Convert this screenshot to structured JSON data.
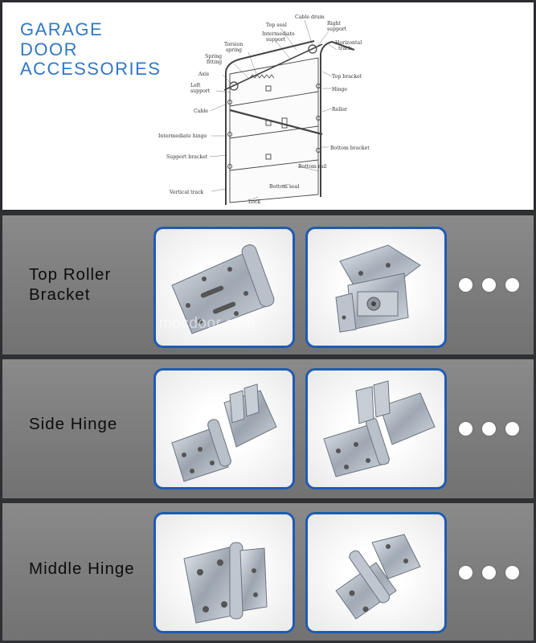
{
  "header": {
    "title_lines": [
      "GARAGE",
      "DOOR",
      "ACCESSORIES"
    ]
  },
  "diagram": {
    "labels": {
      "top_seal": "Top seal",
      "cable_drum": "Cable drum",
      "right_support_1": "Right",
      "right_support_2": "support",
      "intermediate_support_1": "Intermediate",
      "intermediate_support_2": "support",
      "horizontal_track_1": "Horizontal",
      "horizontal_track_2": "track",
      "torsion_spring_1": "Torsion",
      "torsion_spring_2": "spring",
      "spring_fitting_1": "Spring",
      "spring_fitting_2": "fitting",
      "axis": "Axis",
      "top_bracket": "Top bracket",
      "left_support_1": "Left",
      "left_support_2": "support",
      "hinge": "Hinge",
      "cable": "Cable",
      "roller": "Roller",
      "intermediate_hinge": "Intermediate hinge",
      "bottom_bracket": "Bottom bracket",
      "support_bracket": "Support bracket",
      "bottom_rail": "Bottom rail",
      "bottom_seal": "Bottom seal",
      "vertical_track": "Vertical track",
      "lock": "Lock"
    }
  },
  "rows": [
    {
      "label_lines": [
        "Top Roller",
        "Bracket"
      ]
    },
    {
      "label_lines": [
        "Side Hinge"
      ]
    },
    {
      "label_lines": [
        "Middle Hinge"
      ]
    }
  ],
  "watermark": "mocdoor.com",
  "colors": {
    "title_blue": "#2f78c7",
    "card_border": "#1f5bb3",
    "row_gray": "#7b7b7b",
    "background": "#2f3034"
  }
}
